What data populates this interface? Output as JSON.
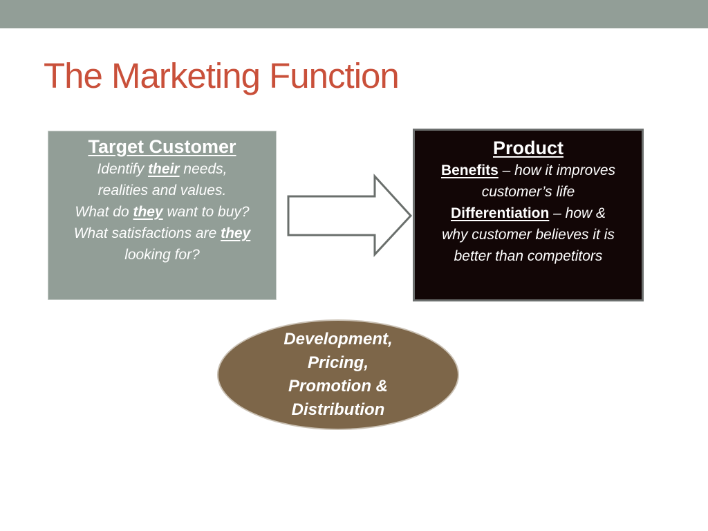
{
  "title": "The Marketing Function",
  "colors": {
    "top_bar": "#929e97",
    "title": "#c9503a",
    "target_box": "#929e97",
    "product_box": "#120606",
    "oval": "#7d6649",
    "arrow_fill": "#ffffff",
    "arrow_stroke": "#6a6f6c"
  },
  "target_customer": {
    "heading": "Target Customer",
    "line1_pre": "Identify ",
    "line1_em": "their",
    "line1_post": " needs,",
    "line2": "realities and values.",
    "line3_pre": "What do ",
    "line3_em": "they",
    "line3_post": " want to buy?",
    "line4_pre": "What satisfactions are ",
    "line4_em": "they",
    "line5": "looking for?"
  },
  "arrow": {
    "icon": "right-block-arrow-icon"
  },
  "product": {
    "heading": "Product",
    "benefits_label": "Benefits",
    "benefits_rest": " – how it improves",
    "benefits_line2": "customer’s life",
    "diff_label": "Differentiation",
    "diff_rest": " – how &",
    "diff_line2": "why customer believes it is",
    "diff_line3": "better than competitors"
  },
  "oval": {
    "line1": "Development,",
    "line2": "Pricing,",
    "line3": "Promotion &",
    "line4": "Distribution"
  }
}
